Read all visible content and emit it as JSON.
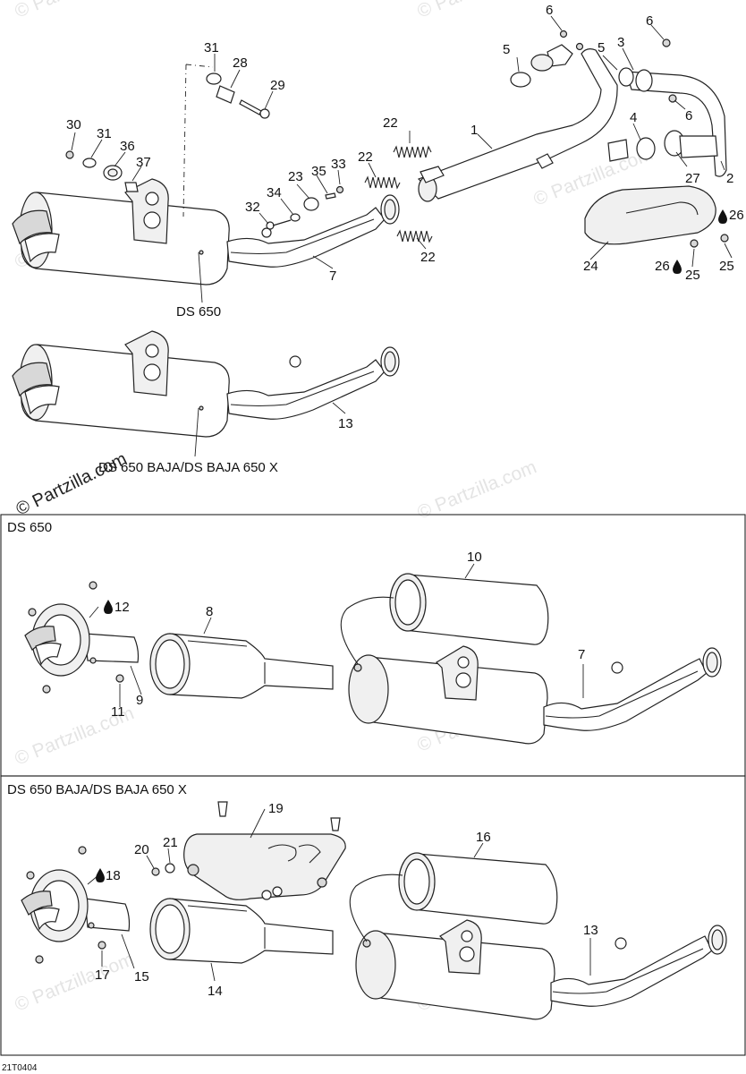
{
  "watermark": "© Partzilla.com",
  "copyright": "© Partzilla.com",
  "ref_code": "21T0404",
  "captions": {
    "top_ds650": "DS 650",
    "top_baja": "DS 650 BAJA/DS BAJA 650 X"
  },
  "panels": {
    "ds650": {
      "title": "DS 650"
    },
    "baja": {
      "title": "DS 650 BAJA/DS BAJA 650 X"
    }
  },
  "callouts": {
    "c1": "1",
    "c2": "2",
    "c3": "3",
    "c4": "4",
    "c5a": "5",
    "c5b": "5",
    "c6a": "6",
    "c6b": "6",
    "c6c": "6",
    "c7a": "7",
    "c7b": "7",
    "c8": "8",
    "c9": "9",
    "c10": "10",
    "c11": "11",
    "c12": "12",
    "c13a": "13",
    "c13b": "13",
    "c14": "14",
    "c15": "15",
    "c16": "16",
    "c17": "17",
    "c18": "18",
    "c19": "19",
    "c20": "20",
    "c21": "21",
    "c22a": "22",
    "c22b": "22",
    "c22c": "22",
    "c23": "23",
    "c24": "24",
    "c25a": "25",
    "c25b": "25",
    "c26a": "26",
    "c26b": "26",
    "c27": "27",
    "c28": "28",
    "c29": "29",
    "c30": "30",
    "c31a": "31",
    "c31b": "31",
    "c32": "32",
    "c33": "33",
    "c34": "34",
    "c35": "35",
    "c36": "36",
    "c37": "37"
  },
  "icons": {
    "drop": "loctite-drop-icon"
  }
}
